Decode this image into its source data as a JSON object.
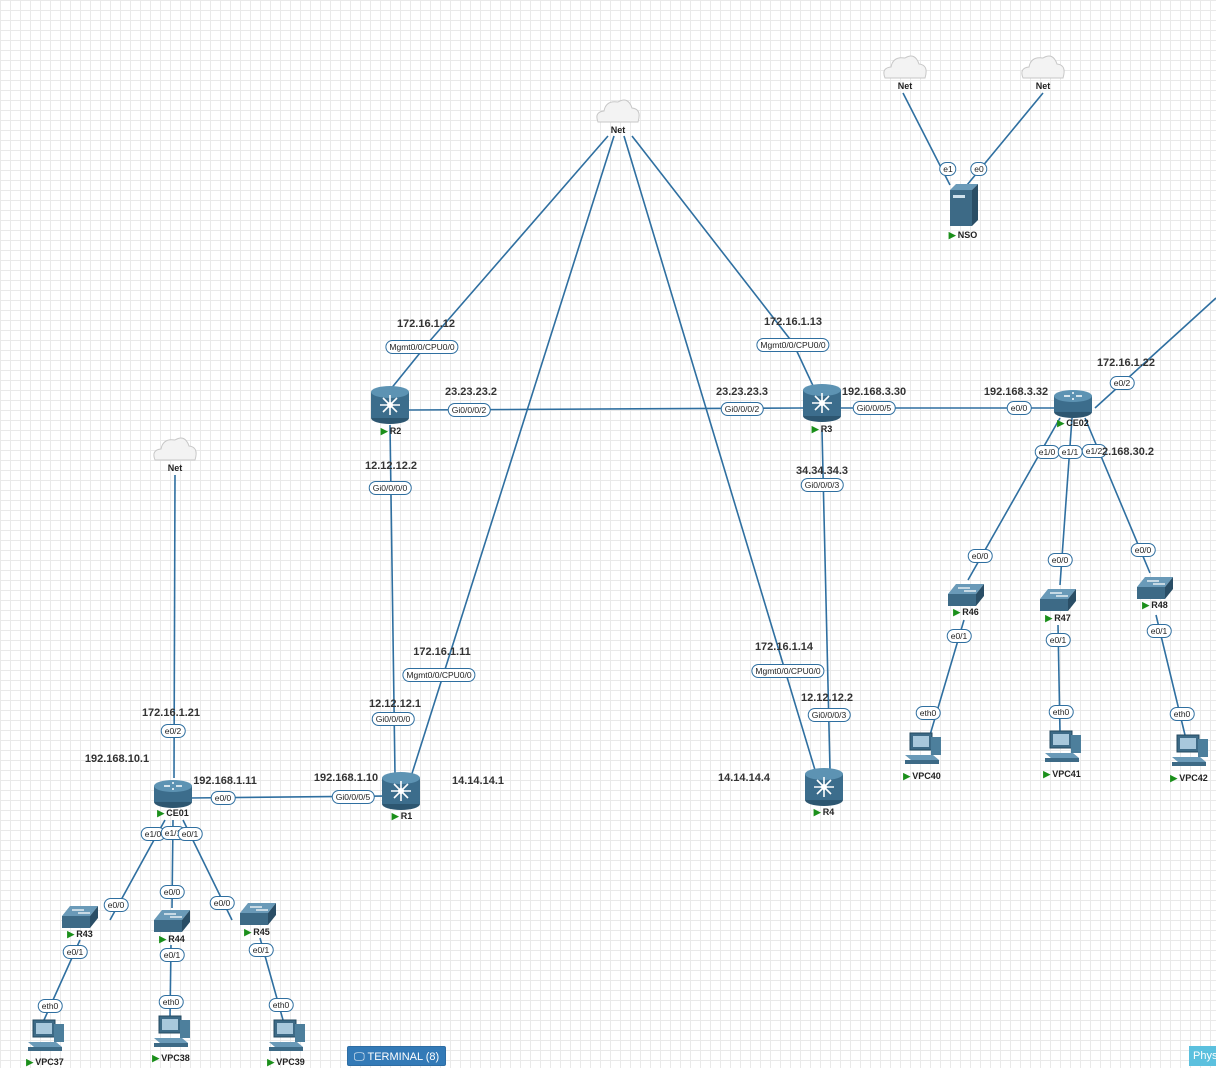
{
  "toolbar": {
    "terminal_label": "TERMINAL (8)",
    "phys_label": "Phys"
  },
  "colors": {
    "link": "#2f6fa0",
    "router_body": "#4d7f9c",
    "switch_body": "#3d6a86",
    "running": "#1a8f1a"
  },
  "nodes": {
    "net_top": "Net",
    "net_left": "Net",
    "net_nso1": "Net",
    "net_nso2": "Net",
    "nso": "NSO",
    "r1": "R1",
    "r2": "R2",
    "r3": "R3",
    "r4": "R4",
    "ce01": "CE01",
    "ce02": "CE02",
    "r43": "R43",
    "r44": "R44",
    "r45": "R45",
    "r46": "R46",
    "r47": "R47",
    "r48": "R48",
    "vpc37": "VPC37",
    "vpc38": "VPC38",
    "vpc39": "VPC39",
    "vpc40": "VPC40",
    "vpc41": "VPC41",
    "vpc42": "VPC42"
  },
  "ifaces": {
    "nso_e1": "e1",
    "nso_e0": "e0",
    "r2_mgmt": "Mgmt0/0/CPU0/0",
    "r2_gi2": "Gi0/0/0/2",
    "r2_gi0": "Gi0/0/0/0",
    "r3_mgmt": "Mgmt0/0/CPU0/0",
    "r3_gi2": "Gi0/0/0/2",
    "r3_gi5": "Gi0/0/0/5",
    "r3_gi3": "Gi0/0/0/3",
    "r1_mgmt": "Mgmt0/0/CPU0/0",
    "r1_gi0": "Gi0/0/0/0",
    "r1_gi5": "Gi0/0/0/5",
    "r4_mgmt": "Mgmt0/0/CPU0/0",
    "r4_gi3": "Gi0/0/0/3",
    "ce02_e00": "e0/0",
    "ce02_e02": "e0/2",
    "ce02_e10": "e1/0",
    "ce02_e11": "e1/1",
    "ce02_e12": "e1/2",
    "ce01_e02": "e0/2",
    "ce01_e00": "e0/0",
    "ce01_e10": "e1/0",
    "ce01_e11": "e1/1",
    "ce01_e01": "e0/1",
    "r43_e00": "e0/0",
    "r43_e01": "e0/1",
    "r44_e00": "e0/0",
    "r44_e01": "e0/1",
    "r45_e00": "e0/0",
    "r45_e01": "e0/1",
    "r46_e00": "e0/0",
    "r46_e01": "e0/1",
    "r47_e00": "e0/0",
    "r47_e01": "e0/1",
    "r48_e00": "e0/0",
    "r48_e01": "e0/1",
    "vpc37_eth0": "eth0",
    "vpc38_eth0": "eth0",
    "vpc39_eth0": "eth0",
    "vpc40_eth0": "eth0",
    "vpc41_eth0": "eth0",
    "vpc42_eth0": "eth0"
  },
  "ips": {
    "r2_mgmt": "172.16.1.12",
    "r3_mgmt": "172.16.1.13",
    "r2_r3_left": "23.23.23.2",
    "r2_r3_right": "23.23.23.3",
    "r3_ce02": "192.168.3.30",
    "ce02_r3": "192.168.3.32",
    "ce02_mgmt": "172.16.1.22",
    "ce02_lan": "2.168.30.2",
    "r2_r1": "12.12.12.2",
    "r3_r4": "34.34.34.3",
    "r1_mgmt": "172.16.1.11",
    "r4_mgmt": "172.16.1.14",
    "r1_r2": "12.12.12.1",
    "r4_r3": "12.12.12.2",
    "ce01_mgmt": "172.16.1.21",
    "ce01_lan": "192.168.10.1",
    "ce01_r1": "192.168.1.11",
    "r1_ce01": "192.168.1.10",
    "r1_lo": "14.14.14.1",
    "r4_lo": "14.14.14.4"
  }
}
